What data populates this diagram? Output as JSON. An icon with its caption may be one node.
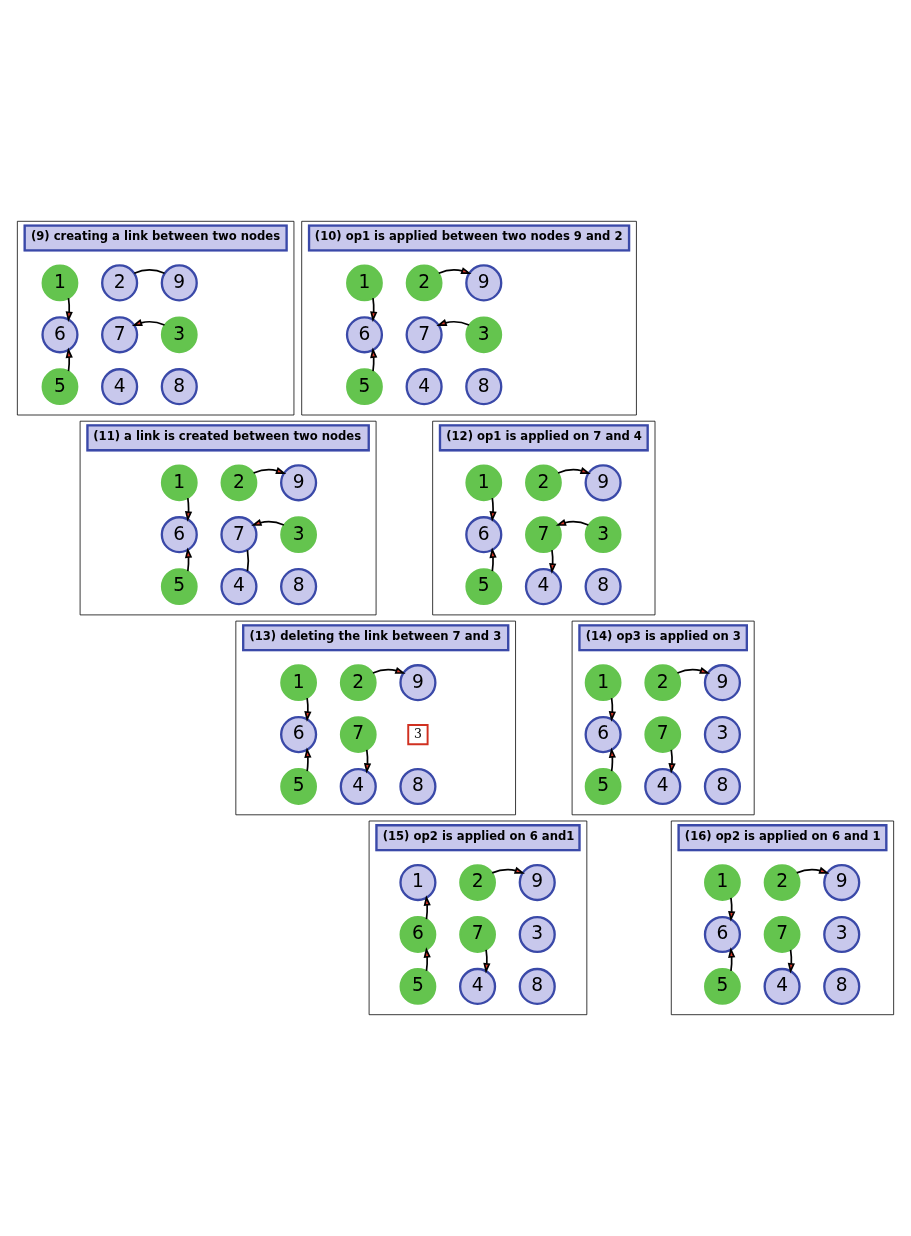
{
  "diagram": {
    "nodes": [
      {
        "text": [
          "(9) creating a link between two nodes"
        ]
      },
      {
        "text": [
          "1"
        ],
        "in": 0
      },
      {
        "text": [
          "2"
        ],
        "in": 0
      },
      {
        "text": [
          "9"
        ],
        "in": 0
      },
      {
        "text": [
          "6"
        ],
        "in": 0
      },
      {
        "text": [
          "7"
        ],
        "in": 0
      },
      {
        "text": [
          "3"
        ],
        "in": 0
      },
      {
        "text": [
          "5"
        ],
        "in": 0
      },
      {
        "text": [
          "4"
        ],
        "in": 0
      },
      {
        "text": [
          "8"
        ],
        "in": 0
      },
      {
        "text": [
          "(10) op1 is applied between two nodes 9 and 2"
        ]
      },
      {
        "text": [
          "1"
        ],
        "in": 10
      },
      {
        "text": [
          "2"
        ],
        "in": 10
      },
      {
        "text": [
          "9"
        ],
        "in": 10
      },
      {
        "text": [
          "6"
        ],
        "in": 10
      },
      {
        "text": [
          "7"
        ],
        "in": 10
      },
      {
        "text": [
          "3"
        ],
        "in": 10
      },
      {
        "text": [
          "5"
        ],
        "in": 10
      },
      {
        "text": [
          "4"
        ],
        "in": 10
      },
      {
        "text": [
          "8"
        ],
        "in": 10
      },
      {
        "text": [
          "(11) a link is created between two nodes"
        ]
      },
      {
        "text": [
          "1"
        ],
        "in": 20
      },
      {
        "text": [
          "2"
        ],
        "in": 20
      },
      {
        "text": [
          "9"
        ],
        "in": 20
      },
      {
        "text": [
          "6"
        ],
        "in": 20
      },
      {
        "text": [
          "7"
        ],
        "in": 20
      },
      {
        "text": [
          "3"
        ],
        "in": 20
      },
      {
        "text": [
          "5"
        ],
        "in": 20
      },
      {
        "text": [
          "4"
        ],
        "in": 20
      },
      {
        "text": [
          "8"
        ],
        "in": 20
      },
      {
        "text": [
          "(12) op1 is applied on 7 and 4"
        ]
      },
      {
        "text": [
          "1"
        ],
        "in": 30
      },
      {
        "text": [
          "2"
        ],
        "in": 30
      },
      {
        "text": [
          "9"
        ],
        "in": 30
      },
      {
        "text": [
          "6"
        ],
        "in": 30
      },
      {
        "text": [
          "7"
        ],
        "in": 30
      },
      {
        "text": [
          "3"
        ],
        "in": 30
      },
      {
        "text": [
          "5"
        ],
        "in": 30
      },
      {
        "text": [
          "4"
        ],
        "in": 30
      },
      {
        "text": [
          "8"
        ],
        "in": 30
      },
      {
        "text": [
          "(13) deleting the link between 7 and 3"
        ]
      },
      {
        "text": [
          "1"
        ],
        "in": 40
      },
      {
        "text": [
          "2"
        ],
        "in": 40
      },
      {
        "text": [
          "9"
        ],
        "in": 40
      },
      {
        "text": [
          "6"
        ],
        "in": 40
      },
      {
        "text": [
          "7"
        ],
        "in": 40
      },
      {
        "text": [
          "3"
        ],
        "in": 40
      },
      {
        "text": [
          "5"
        ],
        "in": 40
      },
      {
        "text": [
          "4"
        ],
        "in": 40
      },
      {
        "text": [
          "8"
        ],
        "in": 40
      },
      {
        "text": [
          "(14) op3 is applied on 3"
        ]
      },
      {
        "text": [
          "1"
        ],
        "in": 50
      },
      {
        "text": [
          "2"
        ],
        "in": 50
      },
      {
        "text": [
          "9"
        ],
        "in": 50
      },
      {
        "text": [
          "6"
        ],
        "in": 50
      },
      {
        "text": [
          "7"
        ],
        "in": 50
      },
      {
        "text": [
          "3"
        ],
        "in": 50
      },
      {
        "text": [
          "5"
        ],
        "in": 50
      },
      {
        "text": [
          "4"
        ],
        "in": 50
      },
      {
        "text": [
          "8"
        ],
        "in": 50
      },
      {
        "text": [
          "(15) op2 is applied on 6 and1"
        ]
      },
      {
        "text": [
          "1"
        ],
        "in": 60
      },
      {
        "text": [
          "2"
        ],
        "in": 60
      },
      {
        "text": [
          "9"
        ],
        "in": 60
      },
      {
        "text": [
          "6"
        ],
        "in": 60
      },
      {
        "text": [
          "7"
        ],
        "in": 60
      },
      {
        "text": [
          "3"
        ],
        "in": 60
      },
      {
        "text": [
          "5"
        ],
        "in": 60
      },
      {
        "text": [
          "4"
        ],
        "in": 60
      },
      {
        "text": [
          "8"
        ],
        "in": 60
      },
      {
        "text": [
          "(16) op2 is applied on 6 and 1"
        ]
      },
      {
        "text": [
          "1"
        ],
        "in": 70
      },
      {
        "text": [
          "2"
        ],
        "in": 70
      },
      {
        "text": [
          "9"
        ],
        "in": 70
      },
      {
        "text": [
          "6"
        ],
        "in": 70
      },
      {
        "text": [
          "7"
        ],
        "in": 70
      },
      {
        "text": [
          "3"
        ],
        "in": 70
      },
      {
        "text": [
          "5"
        ],
        "in": 70
      },
      {
        "text": [
          "4"
        ],
        "in": 70
      },
      {
        "text": [
          "8"
        ],
        "in": 70
      }
    ],
    "edges": [
      {
        "from": 1,
        "to": 4,
        "arrow": "to"
      },
      {
        "from": 7,
        "to": 4,
        "arrow": "to"
      },
      {
        "from": 2,
        "to": 3,
        "arrow": "none"
      },
      {
        "from": 6,
        "to": 5,
        "arrow": "to"
      },
      {
        "from": 11,
        "to": 14,
        "arrow": "to"
      },
      {
        "from": 17,
        "to": 14,
        "arrow": "to"
      },
      {
        "from": 12,
        "to": 13,
        "arrow": "to"
      },
      {
        "from": 16,
        "to": 15,
        "arrow": "to"
      },
      {
        "from": 21,
        "to": 24,
        "arrow": "to"
      },
      {
        "from": 27,
        "to": 24,
        "arrow": "to"
      },
      {
        "from": 22,
        "to": 23,
        "arrow": "to"
      },
      {
        "from": 26,
        "to": 25,
        "arrow": "to"
      },
      {
        "from": 25,
        "to": 28,
        "arrow": "none"
      },
      {
        "from": 31,
        "to": 34,
        "arrow": "to"
      },
      {
        "from": 37,
        "to": 34,
        "arrow": "to"
      },
      {
        "from": 32,
        "to": 33,
        "arrow": "to"
      },
      {
        "from": 36,
        "to": 35,
        "arrow": "to"
      },
      {
        "from": 35,
        "to": 38,
        "arrow": "to"
      },
      {
        "from": 41,
        "to": 44,
        "arrow": "to"
      },
      {
        "from": 47,
        "to": 44,
        "arrow": "to"
      },
      {
        "from": 42,
        "to": 43,
        "arrow": "to"
      },
      {
        "from": 45,
        "to": 48,
        "arrow": "to"
      },
      {
        "from": 51,
        "to": 54,
        "arrow": "to"
      },
      {
        "from": 57,
        "to": 54,
        "arrow": "to"
      },
      {
        "from": 52,
        "to": 53,
        "arrow": "to"
      },
      {
        "from": 55,
        "to": 58,
        "arrow": "to"
      },
      {
        "from": 64,
        "to": 61,
        "arrow": "to"
      },
      {
        "from": 67,
        "to": 64,
        "arrow": "to"
      },
      {
        "from": 62,
        "to": 63,
        "arrow": "to"
      },
      {
        "from": 65,
        "to": 68,
        "arrow": "to"
      },
      {
        "from": 71,
        "to": 74,
        "arrow": "to"
      },
      {
        "from": 77,
        "to": 74,
        "arrow": "to"
      },
      {
        "from": 72,
        "to": 73,
        "arrow": "to"
      },
      {
        "from": 75,
        "to": 78,
        "arrow": "to"
      }
    ]
  }
}
